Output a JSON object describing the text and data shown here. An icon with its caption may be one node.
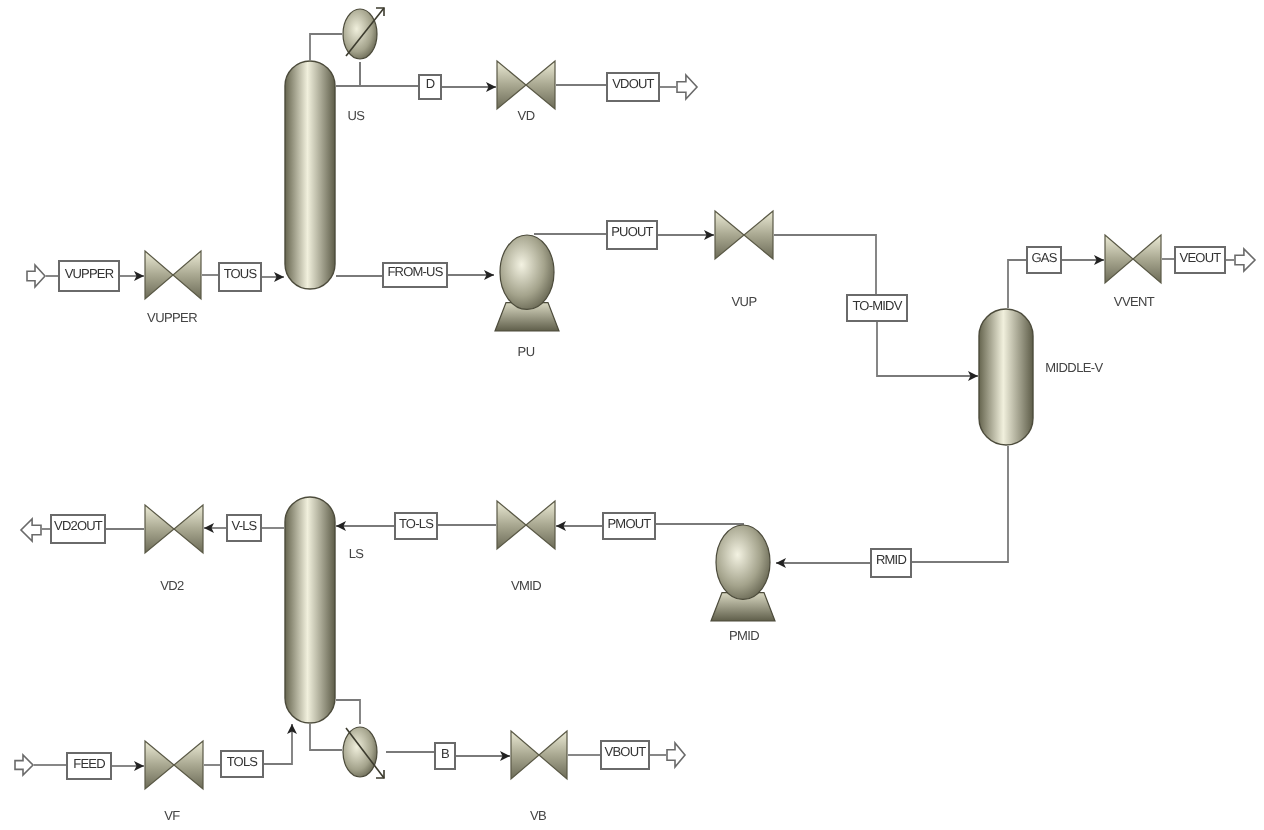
{
  "diagram": {
    "nodes": [
      {
        "text": [],
        "shape": "circle"
      },
      {
        "text": [
          "US"
        ]
      },
      {
        "text": [
          "D"
        ]
      },
      {
        "text": [
          "VD"
        ]
      },
      {
        "text": [
          "VDOUT"
        ]
      },
      {
        "text": [],
        "shape": "arrow"
      },
      {
        "text": [],
        "shape": "arrow"
      },
      {
        "text": [
          "VUPPER"
        ]
      },
      {
        "text": [
          "VUPPER"
        ]
      },
      {
        "text": [
          "TOUS"
        ]
      },
      {
        "text": [
          "FROM-US"
        ]
      },
      {
        "text": [
          "PU"
        ]
      },
      {
        "text": [
          "PUOUT"
        ]
      },
      {
        "text": [
          "VUP"
        ]
      },
      {
        "text": [
          "GAS"
        ]
      },
      {
        "text": [
          "VVENT"
        ]
      },
      {
        "text": [
          "VEOUT"
        ]
      },
      {
        "text": [],
        "shape": "arrow"
      },
      {
        "text": [
          "TO-MIDV"
        ]
      },
      {
        "text": [
          "MIDDLE-V"
        ]
      },
      {
        "text": [],
        "shape": "arrow"
      },
      {
        "text": [
          "VD2OUT"
        ]
      },
      {
        "text": [
          "VD2"
        ]
      },
      {
        "text": [
          "V-LS"
        ]
      },
      {
        "text": [
          "LS"
        ]
      },
      {
        "text": [
          "TO-LS"
        ]
      },
      {
        "text": [
          "VMID"
        ]
      },
      {
        "text": [
          "PMOUT"
        ]
      },
      {
        "text": [
          "PMID"
        ]
      },
      {
        "text": [
          "RMID"
        ]
      },
      {
        "text": [],
        "shape": "arrow"
      },
      {
        "text": [
          "FEED"
        ]
      },
      {
        "text": [
          "VF"
        ]
      },
      {
        "text": [
          "TOLS"
        ]
      },
      {
        "text": [],
        "shape": "circle"
      },
      {
        "text": [
          "B"
        ]
      },
      {
        "text": [
          "VB"
        ]
      },
      {
        "text": [
          "VBOUT"
        ]
      },
      {
        "text": [],
        "shape": "arrow"
      }
    ],
    "edges": [
      {
        "from": 1,
        "to": 0,
        "arrow": "none"
      },
      {
        "from": 0,
        "to": 1,
        "arrow": "none"
      },
      {
        "from": 0,
        "to": 2,
        "arrow": "none"
      },
      {
        "from": 2,
        "to": 3,
        "arrow": "to"
      },
      {
        "from": 3,
        "to": 4,
        "arrow": "none"
      },
      {
        "from": 4,
        "to": 5,
        "arrow": "none"
      },
      {
        "from": 6,
        "to": 7,
        "arrow": "none"
      },
      {
        "from": 7,
        "to": 8,
        "arrow": "to"
      },
      {
        "from": 8,
        "to": 9,
        "arrow": "none"
      },
      {
        "from": 9,
        "to": 1,
        "arrow": "to"
      },
      {
        "from": 1,
        "to": 10,
        "arrow": "none"
      },
      {
        "from": 10,
        "to": 11,
        "arrow": "to"
      },
      {
        "from": 11,
        "to": 12,
        "arrow": "none"
      },
      {
        "from": 12,
        "to": 13,
        "arrow": "to"
      },
      {
        "from": 13,
        "to": 18,
        "arrow": "none"
      },
      {
        "from": 18,
        "to": 19,
        "arrow": "to"
      },
      {
        "from": 19,
        "to": 14,
        "arrow": "none"
      },
      {
        "from": 14,
        "to": 15,
        "arrow": "to"
      },
      {
        "from": 15,
        "to": 16,
        "arrow": "none"
      },
      {
        "from": 16,
        "to": 17,
        "arrow": "none"
      },
      {
        "from": 19,
        "to": 29,
        "arrow": "none"
      },
      {
        "from": 29,
        "to": 28,
        "arrow": "to"
      },
      {
        "from": 28,
        "to": 27,
        "arrow": "none"
      },
      {
        "from": 27,
        "to": 26,
        "arrow": "to"
      },
      {
        "from": 26,
        "to": 25,
        "arrow": "none"
      },
      {
        "from": 25,
        "to": 24,
        "arrow": "to"
      },
      {
        "from": 24,
        "to": 23,
        "arrow": "none"
      },
      {
        "from": 23,
        "to": 22,
        "arrow": "to"
      },
      {
        "from": 22,
        "to": 21,
        "arrow": "none"
      },
      {
        "from": 21,
        "to": 20,
        "arrow": "none"
      },
      {
        "from": 30,
        "to": 31,
        "arrow": "none"
      },
      {
        "from": 31,
        "to": 32,
        "arrow": "to"
      },
      {
        "from": 32,
        "to": 33,
        "arrow": "none"
      },
      {
        "from": 33,
        "to": 24,
        "arrow": "to"
      },
      {
        "from": 24,
        "to": 34,
        "arrow": "none"
      },
      {
        "from": 34,
        "to": 24,
        "arrow": "none"
      },
      {
        "from": 34,
        "to": 35,
        "arrow": "none"
      },
      {
        "from": 35,
        "to": 36,
        "arrow": "to"
      },
      {
        "from": 36,
        "to": 37,
        "arrow": "none"
      },
      {
        "from": 37,
        "to": 38,
        "arrow": "none"
      }
    ]
  }
}
